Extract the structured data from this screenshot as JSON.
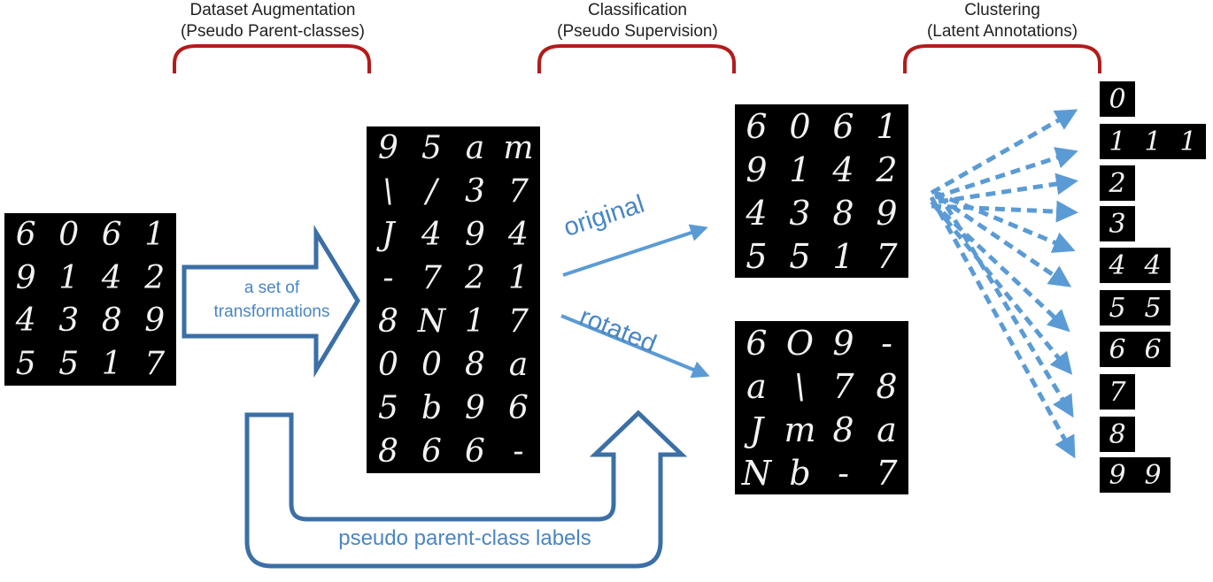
{
  "headers": {
    "augmentation": {
      "title": "Dataset Augmentation",
      "subtitle": "(Pseudo Parent-classes)"
    },
    "classification": {
      "title": "Classification",
      "subtitle": "(Pseudo Supervision)"
    },
    "clustering": {
      "title": "Clustering",
      "subtitle": "(Latent Annotations)"
    }
  },
  "labels": {
    "transform_line1": "a set of",
    "transform_line2": "transformations",
    "original": "original",
    "rotated": "rotated",
    "pseudo_labels": "pseudo parent-class labels"
  },
  "colors": {
    "bracket": "#b31b1b",
    "arrow_dark": "#3b6fa6",
    "arrow_light": "#5b9bd5",
    "label_blue": "#4a86c5"
  },
  "digits": {
    "input": [
      "6",
      "0",
      "6",
      "1",
      "9",
      "1",
      "4",
      "2",
      "4",
      "3",
      "8",
      "9",
      "5",
      "5",
      "1",
      "7"
    ],
    "augmented": [
      "9",
      "5",
      "a",
      "m",
      "\\",
      "/",
      "3",
      "7",
      "J",
      "4",
      "9",
      "4",
      "-",
      "7",
      "2",
      "1",
      "8",
      "N",
      "1",
      "7",
      "0",
      "0",
      "8",
      "a",
      "5",
      "b",
      "9",
      "6",
      "8",
      "6",
      "6",
      "-"
    ],
    "original_set": [
      "6",
      "0",
      "6",
      "1",
      "9",
      "1",
      "4",
      "2",
      "4",
      "3",
      "8",
      "9",
      "5",
      "5",
      "1",
      "7"
    ],
    "rotated_set": [
      "6",
      "O",
      "9",
      "-",
      "a",
      "\\",
      "7",
      "8",
      "J",
      "m",
      "8",
      "a",
      "N",
      "b",
      "-",
      "7"
    ],
    "clusters": [
      [
        "0"
      ],
      [
        "1",
        "1",
        "1"
      ],
      [
        "2"
      ],
      [
        "3"
      ],
      [
        "4",
        "4"
      ],
      [
        "5",
        "5"
      ],
      [
        "6",
        "6"
      ],
      [
        "7"
      ],
      [
        "8"
      ],
      [
        "9",
        "9"
      ]
    ]
  }
}
